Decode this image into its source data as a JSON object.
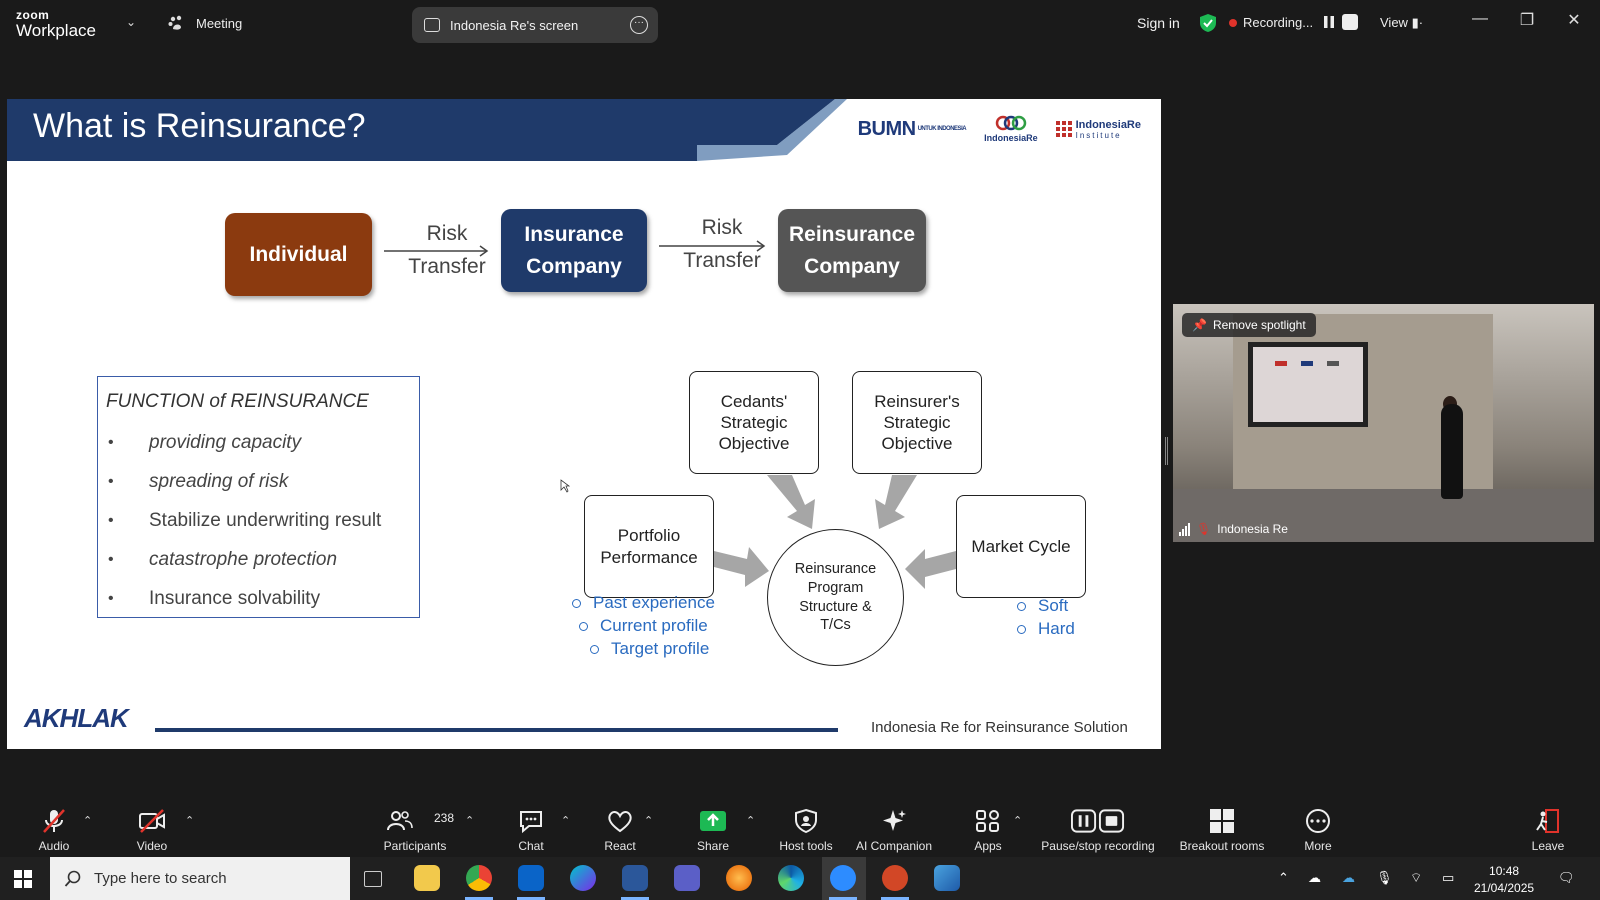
{
  "topbar": {
    "brand_top": "zoom",
    "brand_bottom": "Workplace",
    "meeting_label": "Meeting",
    "share_title": "Indonesia Re's screen",
    "sign_in": "Sign in",
    "recording": "Recording...",
    "view": "View"
  },
  "slide": {
    "title": "What is Reinsurance?",
    "logos": {
      "bumn": "BUMN",
      "bumn_sub": "UNTUK INDONESIA",
      "ir": "IndonesiaRe",
      "iri": "IndonesiaRe",
      "iri_sub": "Institute"
    },
    "flow": {
      "individual": "Individual",
      "insurance_1": "Insurance",
      "insurance_2": "Company",
      "reinsurance_1": "Reinsurance",
      "reinsurance_2": "Company",
      "risk": "Risk",
      "transfer": "Transfer"
    },
    "function_box": {
      "title": "FUNCTION of REINSURANCE",
      "items": [
        {
          "text": "providing capacity"
        },
        {
          "text": "spreading of risk"
        },
        {
          "text": "Stabilize underwriting result"
        },
        {
          "text": "catastrophe protection"
        },
        {
          "text": "Insurance solvability"
        }
      ],
      "bullet": "•"
    },
    "diagram": {
      "cedants": [
        "Cedants'",
        "Strategic",
        "Objective"
      ],
      "reinsurer": [
        "Reinsurer's",
        "Strategic",
        "Objective"
      ],
      "portfolio": [
        "Portfolio",
        "Performance"
      ],
      "market": "Market Cycle",
      "center": [
        "Reinsurance",
        "Program",
        "Structure &",
        "T/Cs"
      ],
      "portfolio_list": [
        "Past experience",
        "Current profile",
        "Target profile"
      ],
      "market_list": [
        "Soft",
        "Hard"
      ]
    },
    "footer_logo": "AKHLAK",
    "footer_text": "Indonesia Re for Reinsurance Solution"
  },
  "video": {
    "spotlight": "Remove spotlight",
    "name": "Indonesia Re"
  },
  "toolbar": {
    "audio": "Audio",
    "video": "Video",
    "participants": "Participants",
    "participants_count": "238",
    "chat": "Chat",
    "react": "React",
    "share": "Share",
    "host_tools": "Host tools",
    "ai_companion": "AI Companion",
    "apps": "Apps",
    "pause_stop": "Pause/stop recording",
    "breakout": "Breakout rooms",
    "more": "More",
    "leave": "Leave"
  },
  "taskbar": {
    "search_placeholder": "Type here to search",
    "time": "10:48",
    "date": "21/04/2025"
  },
  "colors": {
    "individual": "#8b3a0f",
    "insurance": "#1f3a6a",
    "reinsurance": "#555555",
    "accent_blue": "#2a6bc0",
    "share_green": "#1db954",
    "record_red": "#e0332b"
  }
}
